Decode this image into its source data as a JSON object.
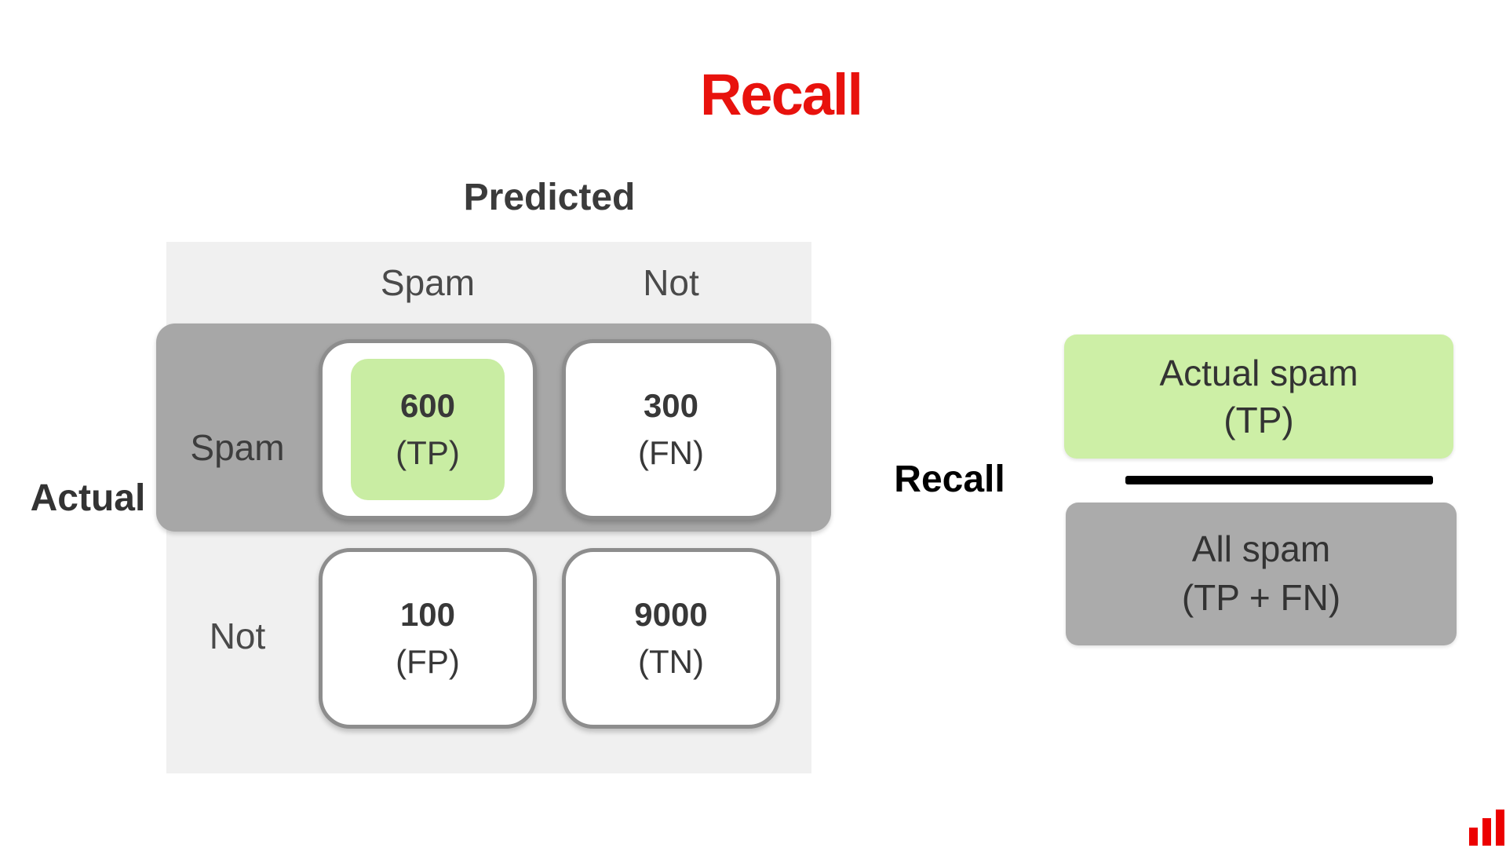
{
  "title": {
    "text": "Recall",
    "color": "#e8120d"
  },
  "confusion_matrix": {
    "predicted_label": "Predicted",
    "actual_label": "Actual",
    "columns": [
      "Spam",
      "Not"
    ],
    "rows": [
      "Spam",
      "Not"
    ],
    "cells": [
      {
        "value": "600",
        "tag": "(TP)",
        "highlighted": true
      },
      {
        "value": "300",
        "tag": "(FN)",
        "highlighted": false
      },
      {
        "value": "100",
        "tag": "(FP)",
        "highlighted": false
      },
      {
        "value": "9000",
        "tag": "(TN)",
        "highlighted": false
      }
    ]
  },
  "formula": {
    "label": "Recall",
    "numerator_line1": "Actual spam",
    "numerator_line2": "(TP)",
    "denominator_line1": "All spam",
    "denominator_line2": "(TP + FN)"
  },
  "logo": {
    "icon": "bar-chart-icon",
    "color": "#ec0000"
  },
  "colors": {
    "accent_red": "#e8120d",
    "highlight_green": "#c9eda3",
    "numerator_green": "#cdefa6",
    "band_gray": "#a7a7a7",
    "denominator_gray": "#ababab",
    "table_bg": "#f0f0f0",
    "cell_border": "#8d8d8d",
    "fraction_line": "#000000"
  },
  "chart_data": {
    "type": "table",
    "title": "Recall",
    "columns": [
      "Predicted Spam",
      "Predicted Not"
    ],
    "rows": [
      "Actual Spam",
      "Actual Not"
    ],
    "values": [
      [
        600,
        300
      ],
      [
        100,
        9000
      ]
    ],
    "cell_tags": [
      [
        "TP",
        "FN"
      ],
      [
        "FP",
        "TN"
      ]
    ]
  }
}
